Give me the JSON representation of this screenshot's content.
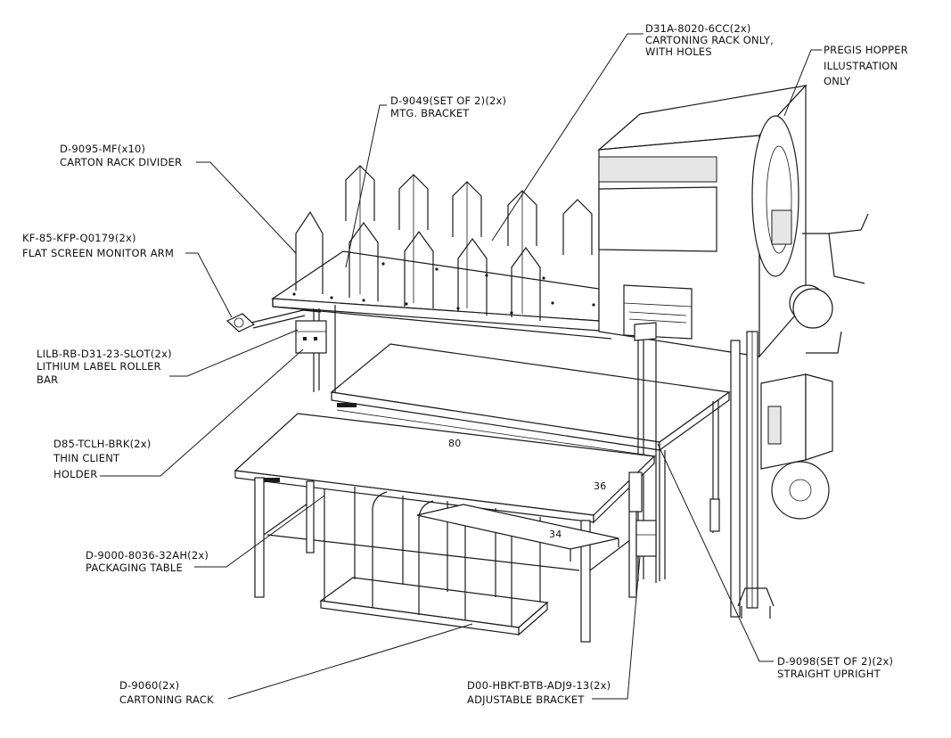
{
  "callouts": {
    "cartoning_rack_only": [
      "D31A-8020-6CC(2x)",
      "CARTONING RACK ONLY,",
      "WITH HOLES"
    ],
    "pregis_hopper": [
      "PREGIS HOPPER",
      "ILLUSTRATION",
      "ONLY"
    ],
    "mtg_bracket": [
      "D-9049(SET OF 2)(2x)",
      "MTG. BRACKET"
    ],
    "carton_rack_divider": [
      "D-9095-MF(x10)",
      "CARTON RACK DIVIDER"
    ],
    "monitor_arm": [
      "KF-85-KFP-Q0179(2x)",
      "FLAT SCREEN MONITOR ARM"
    ],
    "label_roller_bar": [
      "LILB-RB-D31-23-SLOT(2x)",
      "LITHIUM LABEL ROLLER",
      "BAR"
    ],
    "thin_client_holder": [
      "D85-TCLH-BRK(2x)",
      "THIN  CLIENT",
      "HOLDER"
    ],
    "packaging_table": [
      "D-9000-8036-32AH(2x)",
      "PACKAGING TABLE"
    ],
    "cartoning_rack": [
      "D-9060(2x)",
      "CARTONING RACK"
    ],
    "adjustable_bracket": [
      "D00-HBKT-BTB-ADJ9-13(2x)",
      "ADJUSTABLE BRACKET"
    ],
    "straight_upright": [
      "D-9098(SET OF 2)(2x)",
      "STRAIGHT UPRIGHT"
    ]
  },
  "dimensions": {
    "length": "80",
    "width": "36",
    "height": "34"
  }
}
